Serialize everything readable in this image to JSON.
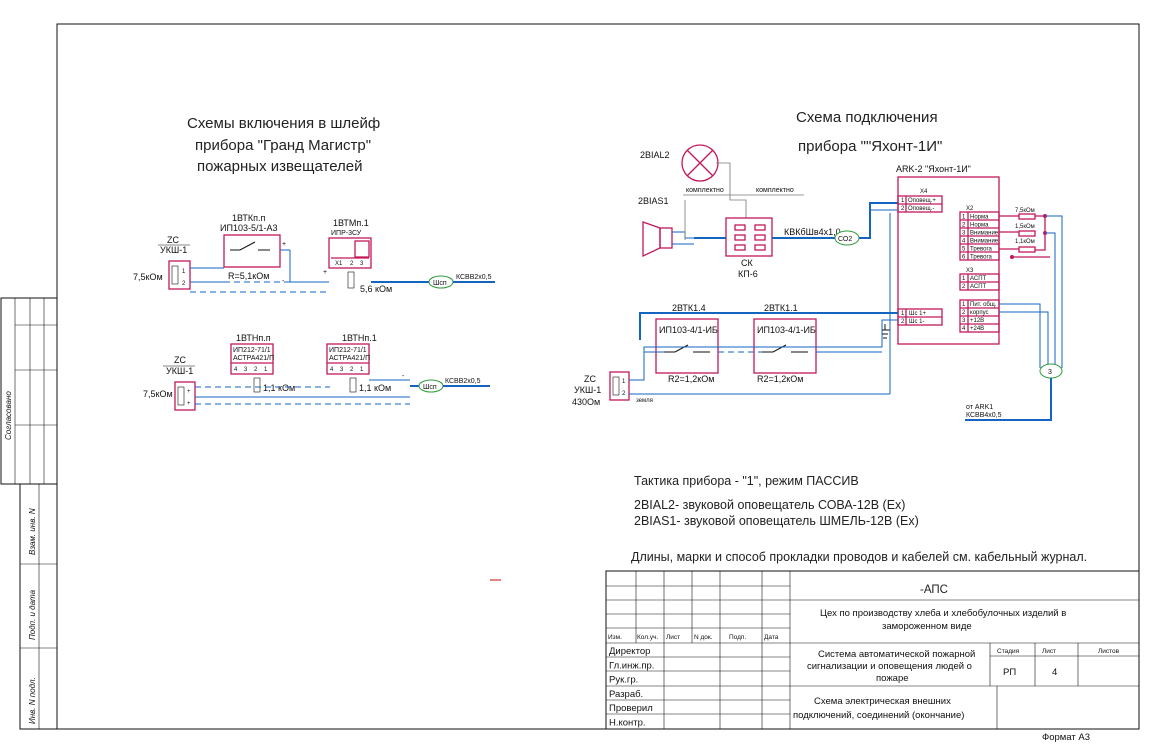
{
  "left_scheme": {
    "title_line1": "Схемы включения в шлейф",
    "title_line2": "прибора \"Гранд Магистр\"",
    "title_line3": "пожарных извещателей",
    "row1": {
      "dev1_name": "1ВТКп.п",
      "dev1_model": "ИП103-5/1-А3",
      "dev1_res": "R=5,1кОм",
      "dev2_name": "1ВТМп.1",
      "dev2_model": "ИПР-3СУ",
      "zc": "ZC",
      "ukh": "УКШ-1",
      "res_end": "7,5кОм",
      "res_56": "5,6 кОм",
      "loop": "Шсп",
      "cable": "КСВВ2х0,5"
    },
    "row2": {
      "dev1_name": "1ВТНп.п",
      "dev1_model1": "ИП212-71/1",
      "dev1_model2": "АСТРА421/П",
      "dev2_name": "1ВТНп.1",
      "dev2_model1": "ИП212-71/1",
      "dev2_model2": "АСТРА421/П",
      "zc": "ZC",
      "ukh": "УКШ-1",
      "res_end": "7,5кОм",
      "res_a": "1,1 кОм",
      "res_b": "1,1 кОм",
      "loop": "Шсп",
      "cable": "КСВВ2х0,5"
    }
  },
  "right_scheme": {
    "title_line1": "Схема подключения",
    "title_line2": "прибора \"\"Яхонт-1И\"",
    "bial2": "2BIAL2",
    "bias1": "2BIAS1",
    "komplekt1": "комплектно",
    "komplekt2": "комплектно",
    "sk": "СК",
    "kp": "КП-6",
    "cable_kvk": "КВКбШв4х1,0",
    "co2": "СО2",
    "ark": "ARK-2  \"Яхонт-1И\"",
    "x4": "Х4",
    "x4_1": "Оповещ.+",
    "x4_2": "Оповещ.-",
    "x2": "Х2",
    "x2_pins": [
      "Норма",
      "Норма",
      "Внимание",
      "Внимание",
      "Тревога",
      "Тревога"
    ],
    "x3": "Х3",
    "x3_pins": [
      "АСПТ",
      "АСПТ"
    ],
    "power_pins": [
      "Пит. общ.",
      "корпус",
      "+12В",
      "+24В"
    ],
    "shs_pins": [
      "Шс 1+",
      "Шс 1-"
    ],
    "res_75": "7,5кОм",
    "res_15": "1,5кОм",
    "res_11": "1,1кОм",
    "btk14": "2ВТК1.4",
    "btk11": "2ВТК1.1",
    "ip_model_a": "ИП103-4/1-ИБ",
    "ip_model_b": "ИП103-4/1-ИБ",
    "r2a": "R2=1,2кОм",
    "r2b": "R2=1,2кОм",
    "zc": "ZC",
    "ukh": "УКШ-1",
    "res_430": "430Ом",
    "zemlya": "земля",
    "marker3": "3",
    "from_ark": "от ARK1",
    "cable_ark": "КСВВ4х0,5"
  },
  "notes": {
    "tactic": "Тактика прибора - \"1\", режим ПАССИВ",
    "bial2_desc": "2BIAL2- звуковой оповещатель СОВА-12В (Ex)",
    "bias1_desc": "2BIAS1- звуковой оповещатель ШМЕЛЬ-12В (Ex)",
    "cables": "Длины, марки и способ прокладки проводов и кабелей см. кабельный журнал."
  },
  "title_block": {
    "code": "-АПС",
    "object_line1": "Цех по производству хлеба и хлебобулочных изделий в",
    "object_line2": "замороженном виде",
    "system_line1": "Система автоматической пожарной",
    "system_line2": "сигнализации и оповещения людей о",
    "system_line3": "пожаре",
    "sheet_title_line1": "Схема электрическая внешних",
    "sheet_title_line2": "подключений, соединений (окончание)",
    "stage_h": "Стадия",
    "sheet_h": "Лист",
    "sheets_h": "Листов",
    "stage": "РП",
    "sheet": "4",
    "headers": [
      "Изм.",
      "Кол.уч.",
      "Лист",
      "N док.",
      "Подп.",
      "Дата"
    ],
    "roles": [
      "Директор",
      "Гл.инж.пр.",
      "Рук.гр.",
      "Разраб.",
      "Проверил",
      "Н.контр."
    ],
    "format": "Формат А3"
  },
  "side_stamps": {
    "agreed": "Согласовано",
    "vzam": "Взам. инв. N",
    "podp": "Подп. и дата",
    "inv": "Инв. N подл."
  }
}
